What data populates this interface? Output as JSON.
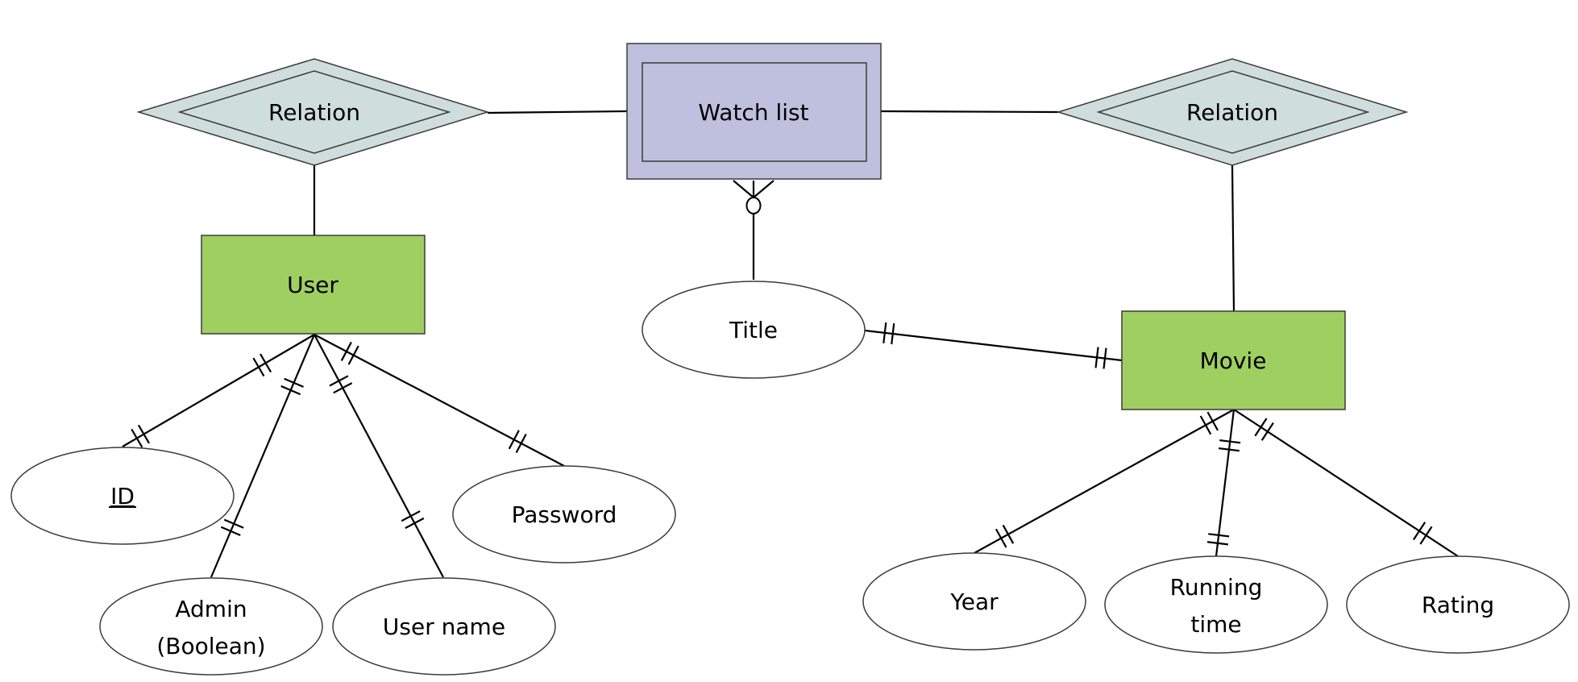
{
  "colors": {
    "relation_fill": "#cfdddc",
    "watchlist_fill": "#bec0dd",
    "entity_fill": "#9fcf61",
    "attribute_fill": "#ffffff",
    "line": "#000000"
  },
  "relation_left": {
    "label": "Relation"
  },
  "relation_right": {
    "label": "Relation"
  },
  "watchlist": {
    "label": "Watch list"
  },
  "user": {
    "label": "User"
  },
  "movie": {
    "label": "Movie"
  },
  "title_attr": {
    "label": "Title"
  },
  "user_attrs": {
    "id": "ID",
    "admin_line1": "Admin",
    "admin_line2": "(Boolean)",
    "username": "User name",
    "password": "Password"
  },
  "movie_attrs": {
    "year": "Year",
    "running_line1": "Running",
    "running_line2": "time",
    "rating": "Rating"
  }
}
